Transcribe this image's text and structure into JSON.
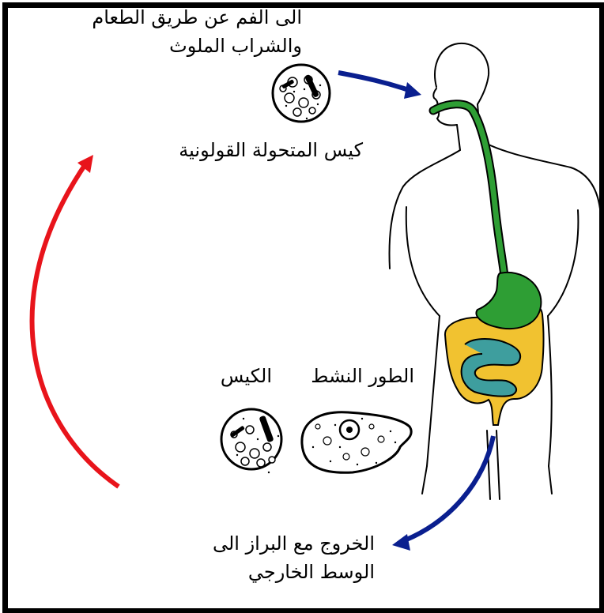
{
  "labels": {
    "ingestion_line1": "الى  الفم عن طريق الطعام",
    "ingestion_line2": "والشراب الملوث",
    "cyst_caption": "كيس المتحولة القولونية",
    "trophozoite": "الطور النشط",
    "cyst": "الكيس",
    "excretion_line1": "الخروج مع البراز الى",
    "excretion_line2": "الوسط الخارجي"
  },
  "colors": {
    "cycle_arrow": "#e8141b",
    "ingestion_arrow": "#0a1f8f",
    "excretion_arrow": "#0a1f8f",
    "esophagus_stomach": "#2e9e34",
    "colon": "#f1c230",
    "small_intestine": "#3e9e9e",
    "outline": "#000000"
  }
}
